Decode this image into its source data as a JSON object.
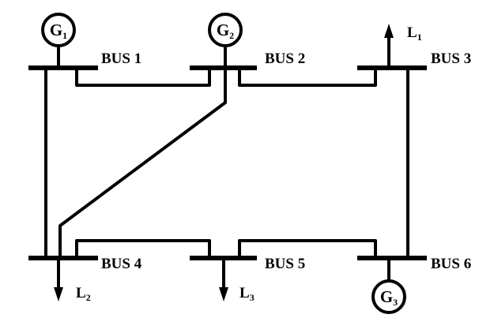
{
  "buses": {
    "bus1": "BUS 1",
    "bus2": "BUS 2",
    "bus3": "BUS 3",
    "bus4": "BUS 4",
    "bus5": "BUS 5",
    "bus6": "BUS 6"
  },
  "generators": {
    "g1": {
      "main": "G",
      "sub": "1"
    },
    "g2": {
      "main": "G",
      "sub": "2"
    },
    "g3": {
      "main": "G",
      "sub": "3"
    }
  },
  "loads": {
    "l1": {
      "main": "L",
      "sub": "1"
    },
    "l2": {
      "main": "L",
      "sub": "2"
    },
    "l3": {
      "main": "L",
      "sub": "3"
    }
  }
}
